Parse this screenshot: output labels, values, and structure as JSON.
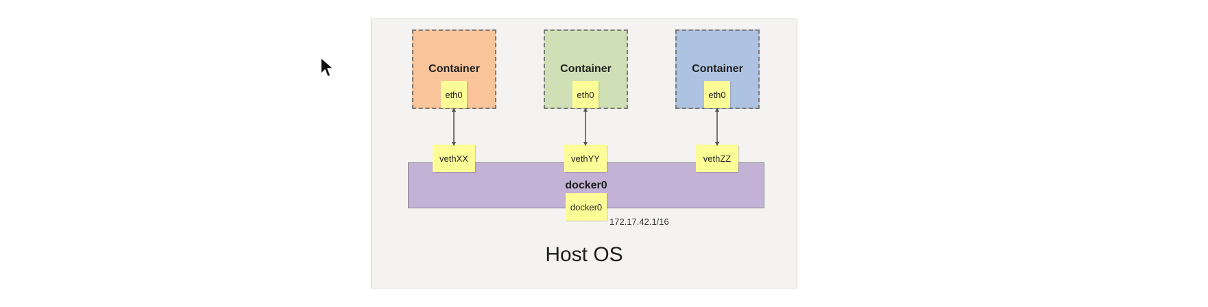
{
  "host": {
    "label": "Host OS"
  },
  "containers": [
    {
      "title": "Container",
      "interface": "eth0",
      "color": "#f9c49a"
    },
    {
      "title": "Container",
      "interface": "eth0",
      "color": "#d0e0b6"
    },
    {
      "title": "Container",
      "interface": "eth0",
      "color": "#aec3e2"
    }
  ],
  "veths": [
    "vethXX",
    "vethYY",
    "vethZZ"
  ],
  "bridge": {
    "title": "docker0",
    "interface": "docker0",
    "ip": "172.17.42.1/16",
    "color": "#c3b2d5"
  },
  "sticky_color": "#fdfd98",
  "icons": {
    "cursor": "mouse-pointer-icon",
    "link": "double-arrow-icon"
  }
}
